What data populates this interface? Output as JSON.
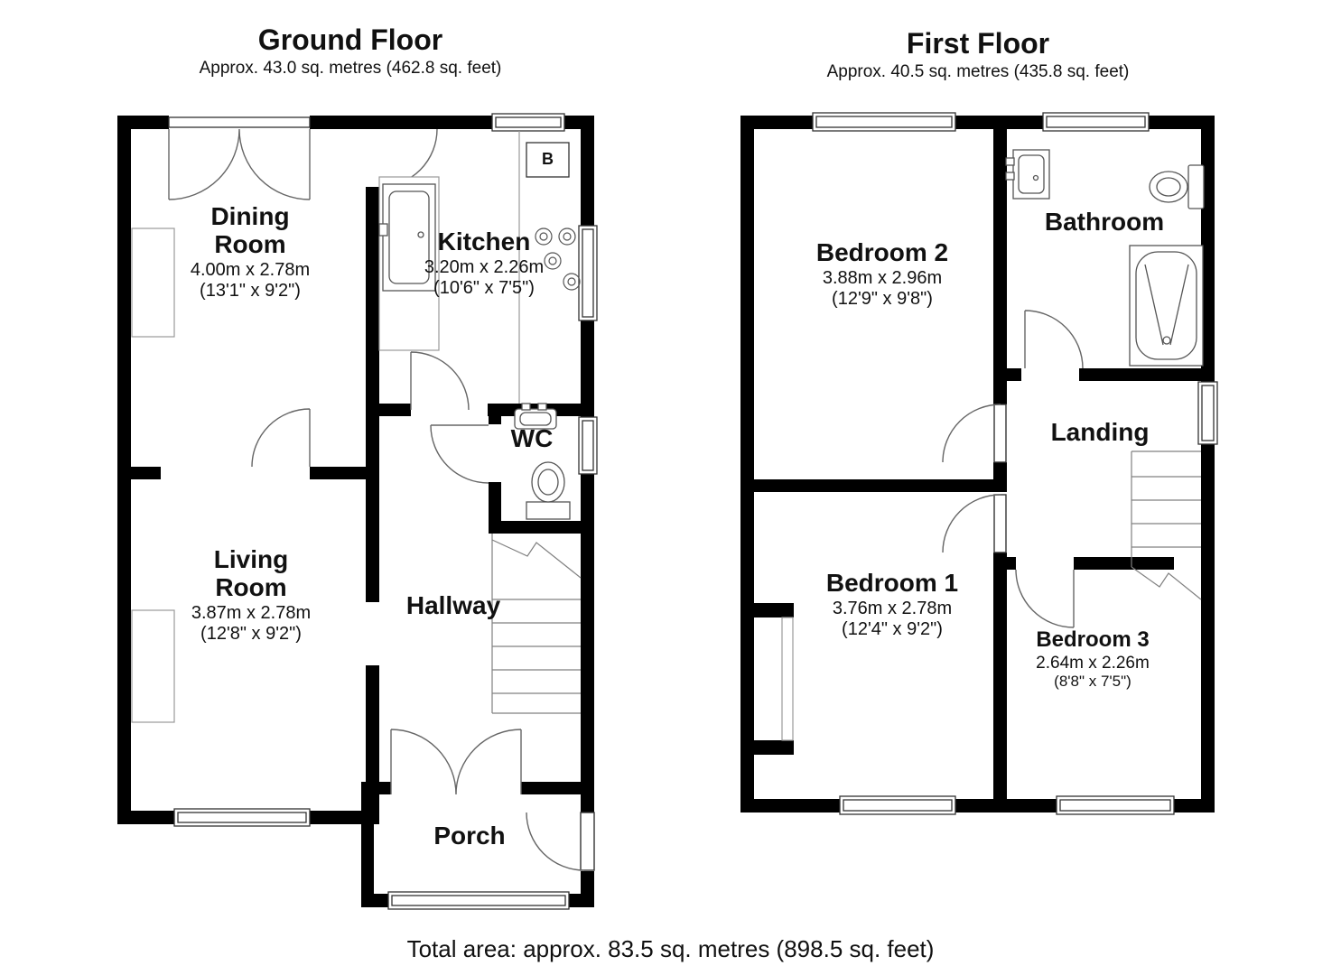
{
  "ground_floor": {
    "title": "Ground Floor",
    "subtitle": "Approx. 43.0 sq. metres (462.8 sq. feet)",
    "rooms": {
      "dining_room": {
        "name": "Dining\nRoom",
        "metric": "4.00m x 2.78m",
        "imperial": "(13'1\" x 9'2\")"
      },
      "kitchen": {
        "name": "Kitchen",
        "metric": "3.20m x 2.26m",
        "imperial": "(10'6\" x 7'5\")"
      },
      "wc": {
        "name": "WC"
      },
      "living_room": {
        "name": "Living\nRoom",
        "metric": "3.87m x 2.78m",
        "imperial": "(12'8\" x 9'2\")"
      },
      "hallway": {
        "name": "Hallway"
      },
      "porch": {
        "name": "Porch"
      }
    },
    "boiler_label": "B"
  },
  "first_floor": {
    "title": "First Floor",
    "subtitle": "Approx. 40.5 sq. metres (435.8 sq. feet)",
    "rooms": {
      "bedroom_2": {
        "name": "Bedroom 2",
        "metric": "3.88m x 2.96m",
        "imperial": "(12'9\" x 9'8\")"
      },
      "bathroom": {
        "name": "Bathroom"
      },
      "landing": {
        "name": "Landing"
      },
      "bedroom_1": {
        "name": "Bedroom 1",
        "metric": "3.76m x 2.78m",
        "imperial": "(12'4\" x 9'2\")"
      },
      "bedroom_3": {
        "name": "Bedroom 3",
        "metric": "2.64m x 2.26m",
        "imperial": "(8'8\" x 7'5\")"
      }
    }
  },
  "footer": {
    "total_area": "Total area: approx. 83.5 sq. metres (898.5 sq. feet)"
  },
  "colors": {
    "wall": "#000000",
    "background": "#ffffff",
    "fixture_line": "#666666"
  }
}
